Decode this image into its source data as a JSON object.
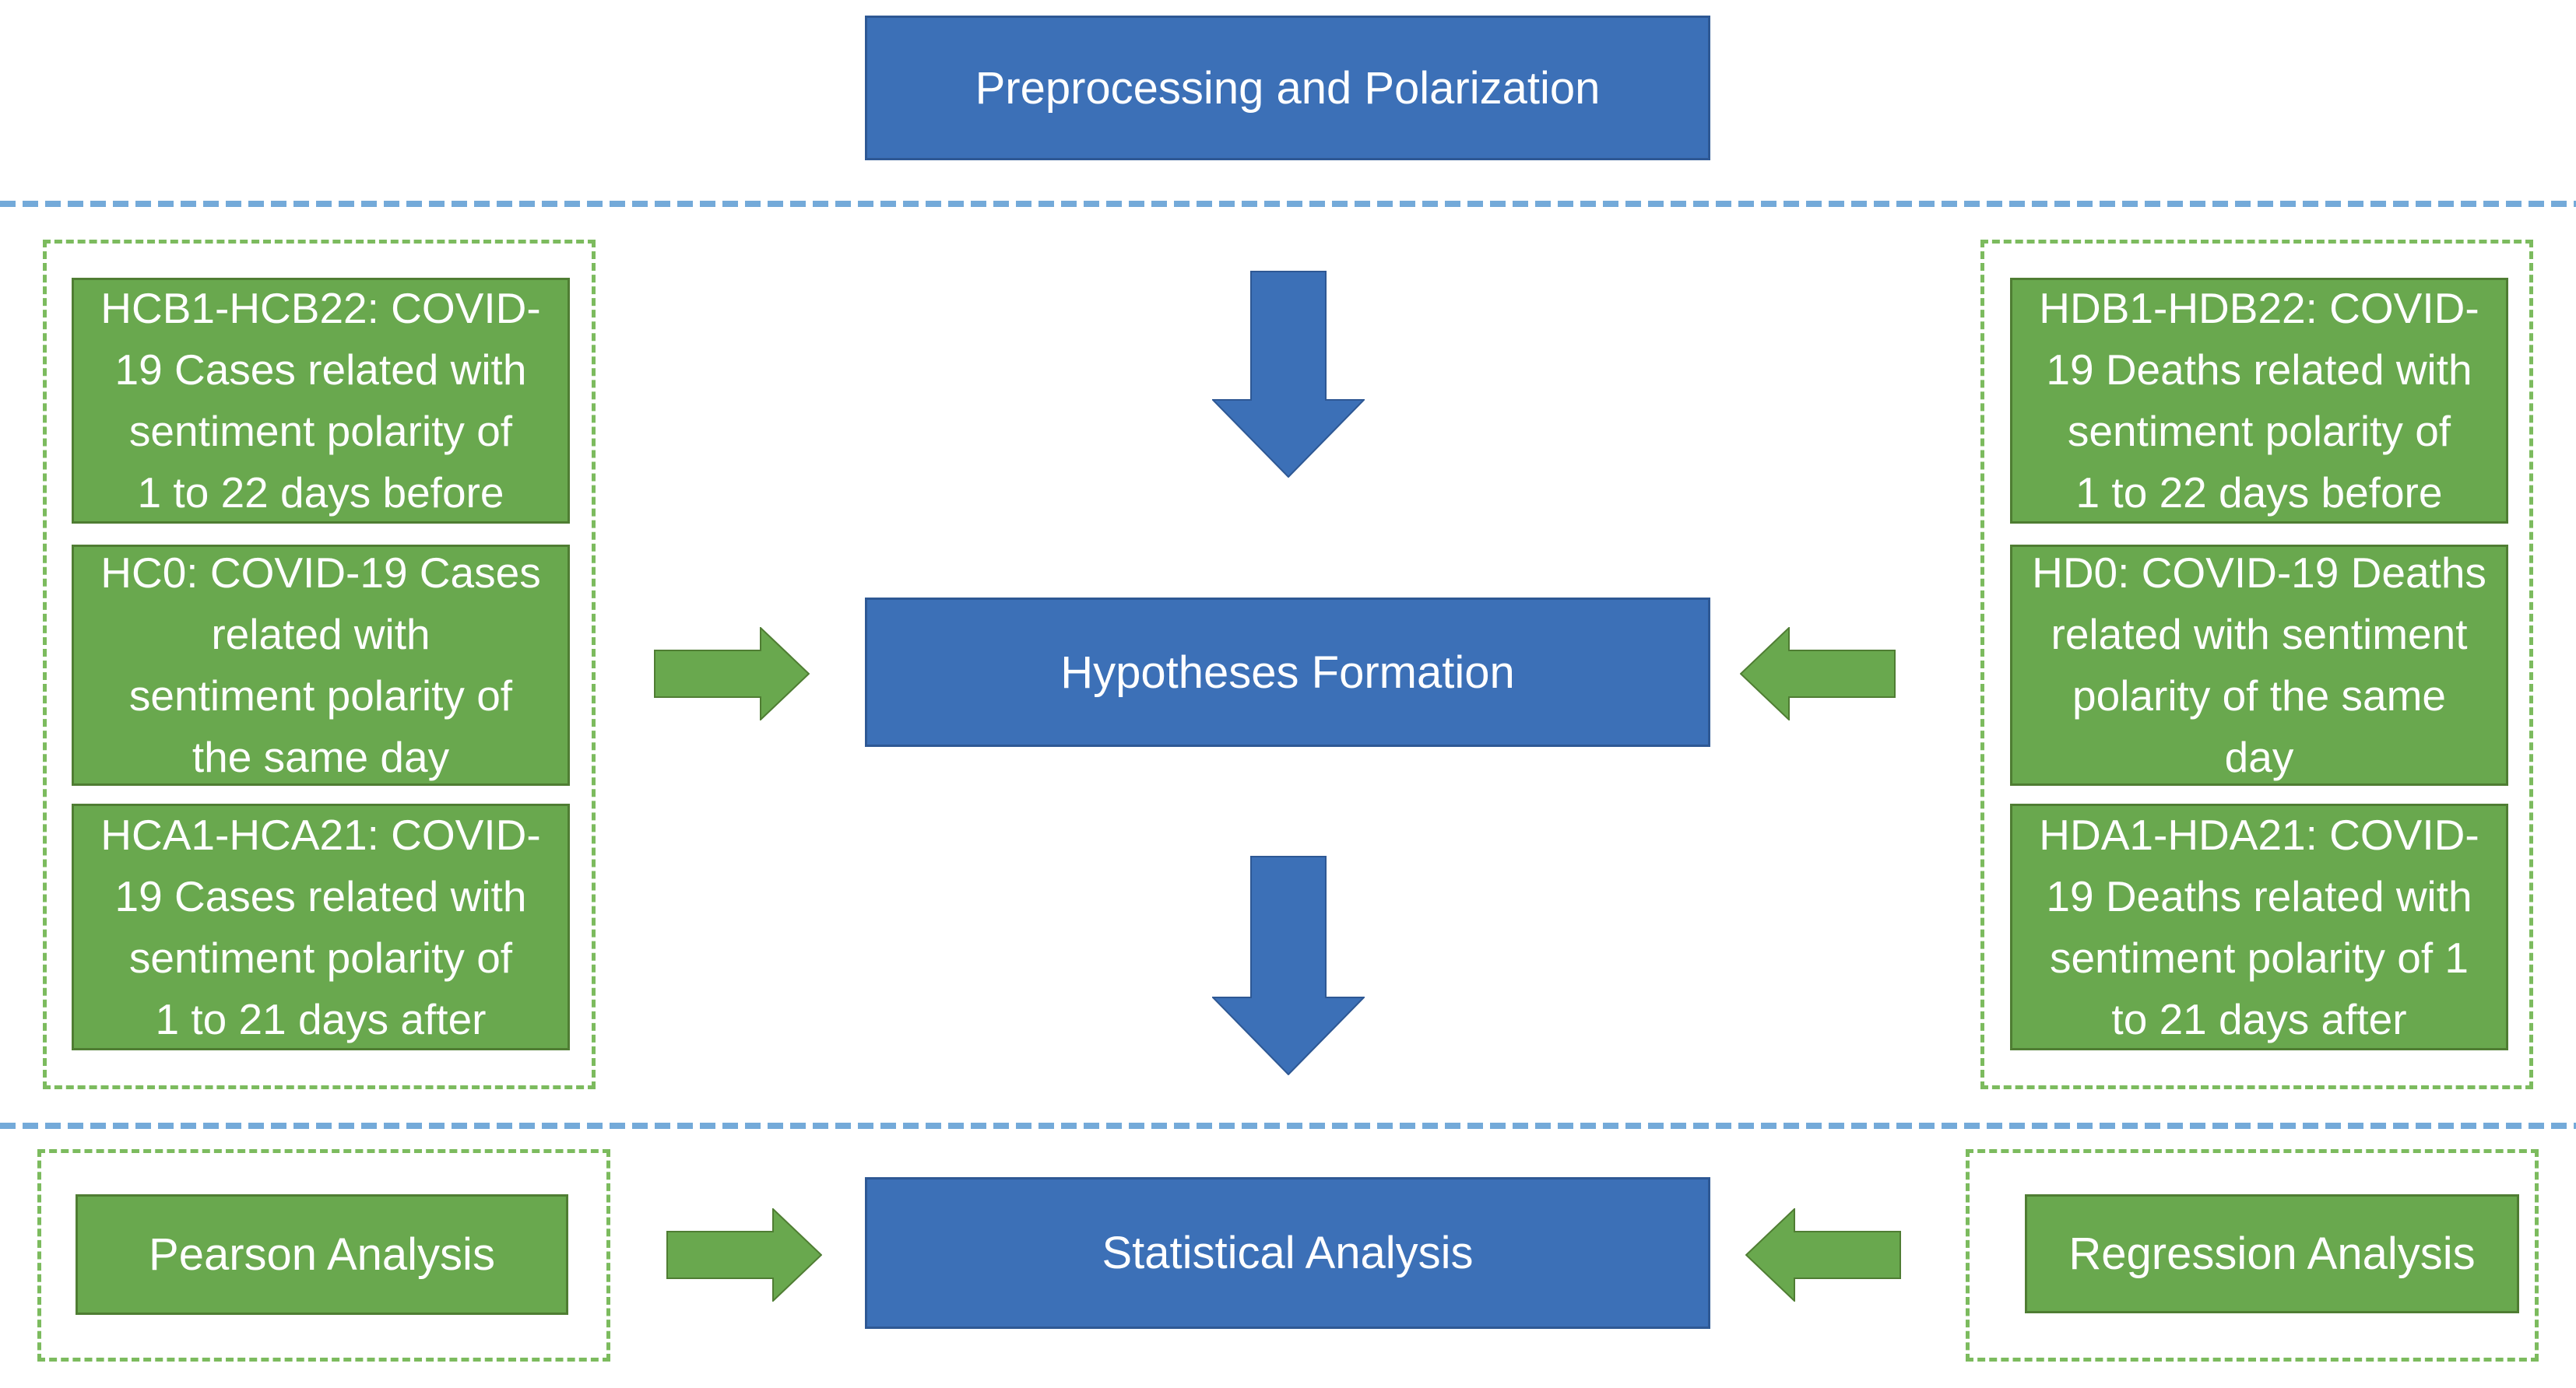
{
  "colors": {
    "blue_fill": "#3C70B7",
    "blue_border": "#2E5894",
    "green_fill": "#69A84E",
    "green_border": "#4F7D33",
    "green_dash": "#7CBB5E",
    "blue_dash": "#74AAD9",
    "text": "#FFFFFF"
  },
  "top": {
    "title": "Preprocessing and Polarization"
  },
  "flow": {
    "hypotheses": "Hypotheses Formation",
    "statistical": "Statistical Analysis"
  },
  "cases": {
    "boxes": [
      "HCB1-HCB22: COVID-\n19 Cases related with\nsentiment polarity of\n1 to 22 days before",
      "HC0: COVID-19 Cases\nrelated with\nsentiment polarity of\nthe same day",
      "HCA1-HCA21: COVID-\n19 Cases related with\nsentiment polarity of\n1 to 21 days after"
    ],
    "analysis": "Pearson Analysis"
  },
  "deaths": {
    "boxes": [
      "HDB1-HDB22: COVID-\n19 Deaths related with\nsentiment polarity of\n1 to 22 days before",
      "HD0: COVID-19 Deaths\nrelated with sentiment\npolarity of the same\nday",
      "HDA1-HDA21: COVID-\n19 Deaths related with\nsentiment polarity of 1\nto 21 days after"
    ],
    "analysis": "Regression Analysis"
  }
}
